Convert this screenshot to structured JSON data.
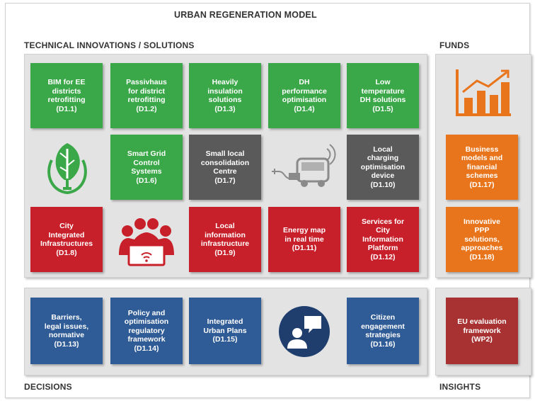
{
  "title": "URBAN REGENERATION MODEL",
  "headings": {
    "technical": "TECHNICAL INNOVATIONS / SOLUTIONS",
    "funds": "FUNDS",
    "decisions": "DECISIONS",
    "insights": "INSIGHTS"
  },
  "tiles": {
    "d1_1": "BIM for EE\ndistricts\nretrofitting\n(D1.1)",
    "d1_2": "Passivhaus\nfor district\nretrofitting\n(D1.2)",
    "d1_3": "Heavily\ninsulation\nsolutions\n(D1.3)",
    "d1_4": "DH\nperformance\noptimisation\n(D1.4)",
    "d1_5": "Low\ntemperature\nDH solutions\n(D1.5)",
    "d1_6": "Smart Grid\nControl\nSystems\n(D1.6)",
    "d1_7": "Small local\nconsolidation\nCentre\n(D1.7)",
    "d1_10": "Local\ncharging\noptimisation\ndevice\n(D1.10)",
    "d1_8": "City\nIntegrated\nInfrastructures\n(D1.8)",
    "d1_9": "Local\ninformation\ninfrastructure\n(D1.9)",
    "d1_11": "Energy map\nin real time\n(D1.11)",
    "d1_12": "Services for\nCity\nInformation\nPlatform\n(D1.12)",
    "d1_13": "Barriers,\nlegal issues,\nnormative\n(D1.13)",
    "d1_14": "Policy and\noptimisation\nregulatory\nframework\n(D1.14)",
    "d1_15": "Integrated\nUrban Plans\n(D1.15)",
    "d1_16": "Citizen\nengagement\nstrategies\n(D1.16)",
    "d1_17": "Business\nmodels and\nfinancial\nschemes\n(D1.17)",
    "d1_18": "Innovative\nPPP\nsolutions,\napproaches\n(D1.18)",
    "wp2": "EU evaluation\nframework\n(WP2)"
  },
  "icons": [
    "leaf-plug-icon",
    "ev-charging-icon",
    "meeting-icon",
    "chat-person-icon",
    "growth-chart-icon"
  ],
  "colors": {
    "green": "#3aa848",
    "grey": "#5a5a5a",
    "red": "#c8202a",
    "blue": "#2f5b96",
    "orange": "#e8751c",
    "maroon": "#a83232"
  }
}
